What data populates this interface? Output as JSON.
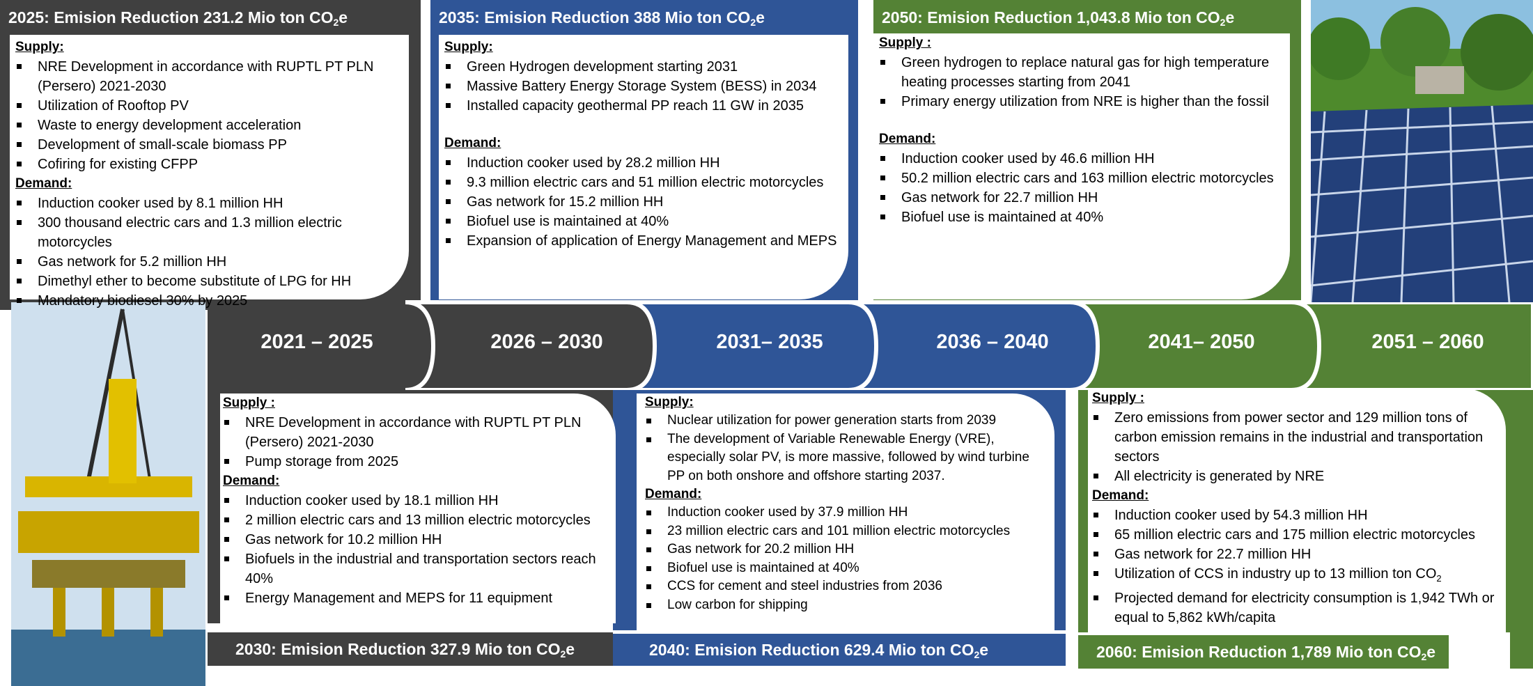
{
  "colors": {
    "dark": "#404040",
    "blue": "#2f5597",
    "green": "#548235"
  },
  "periods": [
    "2021 – 2025",
    "2026 – 2030",
    "2031– 2035",
    "2036 – 2040",
    "2041– 2050",
    "2051 – 2060"
  ],
  "top": [
    {
      "header_main": "2025: Emision Reduction 231.2 Mio ton CO",
      "header_sub": "2",
      "header_tail": "e",
      "supply_title": "Supply:",
      "supply": [
        "NRE Development in accordance with RUPTL PT PLN (Persero) 2021-2030",
        "Utilization of Rooftop PV",
        "Waste to energy development acceleration",
        "Development of small-scale biomass PP",
        "Cofiring for existing CFPP"
      ],
      "demand_title": "Demand:",
      "demand": [
        "Induction cooker used by 8.1 million HH",
        "300 thousand electric cars and 1.3 million electric motorcycles",
        "Gas network for 5.2 million HH",
        "Dimethyl ether to become substitute of LPG for HH",
        "Mandatory biodiesel 30% by 2025"
      ]
    },
    {
      "header_main": "2035: Emision Reduction 388 Mio ton CO",
      "header_sub": "2",
      "header_tail": "e",
      "supply_title": "Supply:",
      "supply": [
        "Green Hydrogen development starting 2031",
        "Massive Battery Energy Storage System (BESS) in 2034",
        "Installed capacity geothermal PP reach 11 GW in 2035"
      ],
      "demand_title": "Demand:",
      "demand": [
        "Induction cooker used by 28.2 million HH",
        "9.3 million electric cars and 51 million electric motorcycles",
        "Gas network for 15.2 million HH",
        "Biofuel use is maintained at 40%",
        "Expansion of application of Energy Management and MEPS"
      ]
    },
    {
      "header_main": "2050: Emision Reduction 1,043.8 Mio ton CO",
      "header_sub": "2",
      "header_tail": "e",
      "supply_title": "Supply :",
      "supply": [
        "Green hydrogen to replace natural gas for high temperature heating processes starting from 2041",
        "Primary energy utilization from NRE is higher than the fossil"
      ],
      "demand_title": "Demand:",
      "demand": [
        "Induction cooker used by 46.6 million HH",
        "50.2 million electric cars and 163 million electric motorcycles",
        "Gas network for 22.7 million HH",
        "Biofuel use is maintained at 40%"
      ]
    }
  ],
  "bottom": [
    {
      "footer_main": "2030: Emision Reduction 327.9 Mio ton CO",
      "footer_sub": "2",
      "footer_tail": "e",
      "supply_title": "Supply :",
      "supply": [
        "NRE Development in accordance with RUPTL PT PLN (Persero) 2021-2030",
        "Pump storage from 2025"
      ],
      "demand_title": "Demand:",
      "demand": [
        "Induction cooker used by 18.1 million HH",
        "2 million electric cars and 13 million electric motorcycles",
        "Gas network for 10.2 million HH",
        "Biofuels in the industrial and transportation sectors reach 40%",
        "Energy Management and MEPS for 11 equipment"
      ]
    },
    {
      "footer_main": "2040: Emision Reduction 629.4 Mio ton CO",
      "footer_sub": "2",
      "footer_tail": "e",
      "supply_title": "Supply:",
      "supply": [
        "Nuclear utilization for power generation starts from 2039",
        "The development of Variable Renewable Energy (VRE), especially solar PV, is more massive, followed by wind turbine PP on both onshore and offshore starting 2037."
      ],
      "demand_title": "Demand:",
      "demand": [
        "Induction cooker used by 37.9 million HH",
        "23 million electric cars and 101 million electric motorcycles",
        "Gas network for 20.2 million HH",
        "Biofuel use is maintained at 40%",
        "CCS for cement and steel industries from 2036",
        "Low carbon for shipping"
      ]
    },
    {
      "footer_main": "2060: Emision Reduction 1,789 Mio ton CO",
      "footer_sub": "2",
      "footer_tail": "e",
      "supply_title": "Supply :",
      "supply": [
        "Zero emissions from power sector and 129 million tons of carbon emission remains in the industrial and transportation sectors",
        "All electricity is generated by NRE"
      ],
      "demand_title": "Demand:",
      "demand": [
        "Induction cooker used by 54.3 million HH",
        "65 million electric cars and 175 million electric motorcycles",
        "Gas network for 22.7 million HH"
      ],
      "ccs_main": "Utilization of CCS in industry up to 13 million ton CO",
      "ccs_sub": "2",
      "demand_last": "Projected demand for electricity consumption is 1,942 TWh or equal to 5,862 kWh/capita"
    }
  ]
}
